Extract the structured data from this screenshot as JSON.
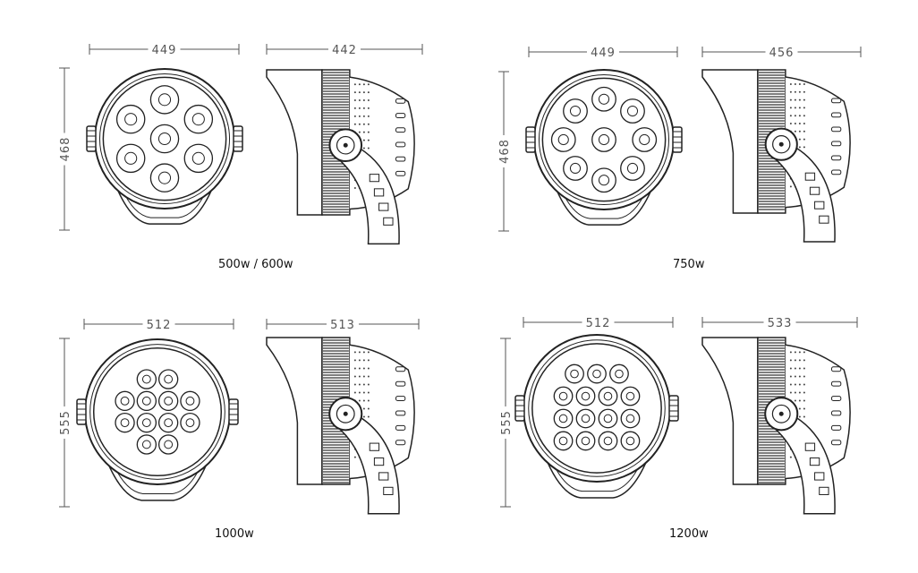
{
  "panels": [
    {
      "caption": "500w / 600w",
      "front_width": "449",
      "side_width": "442",
      "height": "468",
      "led_count": 7
    },
    {
      "caption": "750w",
      "front_width": "449",
      "side_width": "456",
      "height": "468",
      "led_count": 9
    },
    {
      "caption": "1000w",
      "front_width": "512",
      "side_width": "513",
      "height": "555",
      "led_count": 12
    },
    {
      "caption": "1200w",
      "front_width": "512",
      "side_width": "533",
      "height": "555",
      "led_count": 15
    }
  ],
  "colors": {
    "line": "#222222",
    "dim": "#555555",
    "background": "#ffffff"
  }
}
